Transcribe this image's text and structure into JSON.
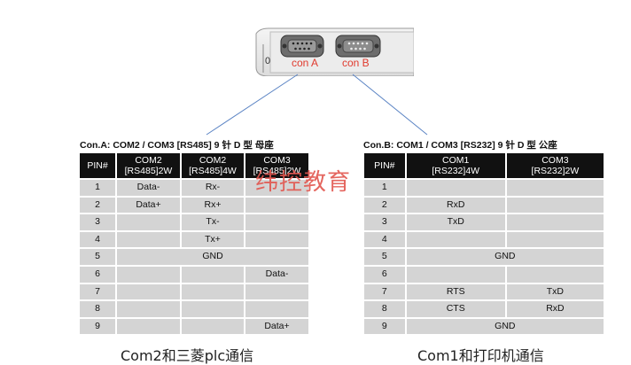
{
  "connectors": {
    "a_label": "con A",
    "b_label": "con B",
    "port_digit": "0"
  },
  "left": {
    "title": "Con.A: COM2 / COM3 [RS485] 9 针 D 型  母座",
    "headers": [
      {
        "line1": "PIN#",
        "line2": ""
      },
      {
        "line1": "COM2",
        "line2": "[RS485]2W"
      },
      {
        "line1": "COM2",
        "line2": "[RS485]4W"
      },
      {
        "line1": "COM3",
        "line2": "[RS485]2W"
      }
    ],
    "rows": [
      {
        "pin": "1",
        "c1": "Data-",
        "c2": "Rx-",
        "c3": ""
      },
      {
        "pin": "2",
        "c1": "Data+",
        "c2": "Rx+",
        "c3": ""
      },
      {
        "pin": "3",
        "c1": "",
        "c2": "Tx-",
        "c3": ""
      },
      {
        "pin": "4",
        "c1": "",
        "c2": "Tx+",
        "c3": ""
      },
      {
        "pin": "5",
        "span": "GND"
      },
      {
        "pin": "6",
        "c1": "",
        "c2": "",
        "c3": "Data-"
      },
      {
        "pin": "7",
        "c1": "",
        "c2": "",
        "c3": ""
      },
      {
        "pin": "8",
        "c1": "",
        "c2": "",
        "c3": ""
      },
      {
        "pin": "9",
        "c1": "",
        "c2": "",
        "c3": "Data+"
      }
    ],
    "caption": "Com2和三菱plc通信"
  },
  "right": {
    "title": "Con.B: COM1 / COM3 [RS232] 9 针 D 型  公座",
    "headers": [
      {
        "line1": "PIN#",
        "line2": ""
      },
      {
        "line1": "COM1",
        "line2": "[RS232]4W"
      },
      {
        "line1": "COM3",
        "line2": "[RS232]2W"
      }
    ],
    "rows": [
      {
        "pin": "1",
        "c1": "",
        "c2": ""
      },
      {
        "pin": "2",
        "c1": "RxD",
        "c2": ""
      },
      {
        "pin": "3",
        "c1": "TxD",
        "c2": ""
      },
      {
        "pin": "4",
        "c1": "",
        "c2": ""
      },
      {
        "pin": "5",
        "span": "GND"
      },
      {
        "pin": "6",
        "c1": "",
        "c2": ""
      },
      {
        "pin": "7",
        "c1": "RTS",
        "c2": "TxD"
      },
      {
        "pin": "8",
        "c1": "CTS",
        "c2": "RxD"
      },
      {
        "pin": "9",
        "span": "GND"
      }
    ],
    "caption": "Com1和打印机通信"
  },
  "watermark": "纬控教育"
}
